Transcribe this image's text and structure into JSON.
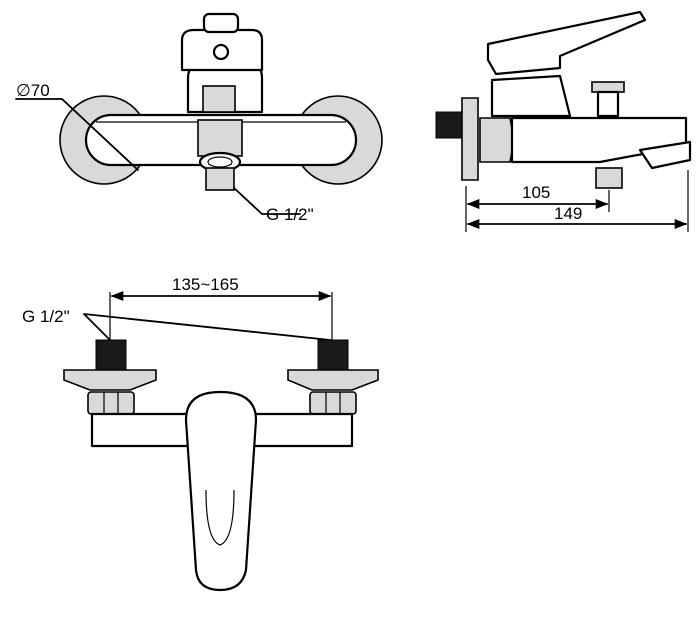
{
  "front_view": {
    "diameter_label": "∅70",
    "inlet_thread_label": "G 1/2\""
  },
  "side_view": {
    "dim_spout_inlet": "105",
    "dim_total_depth": "149"
  },
  "bottom_view": {
    "centers_label": "135~165",
    "inlet_thread_label": "G 1/2\""
  }
}
